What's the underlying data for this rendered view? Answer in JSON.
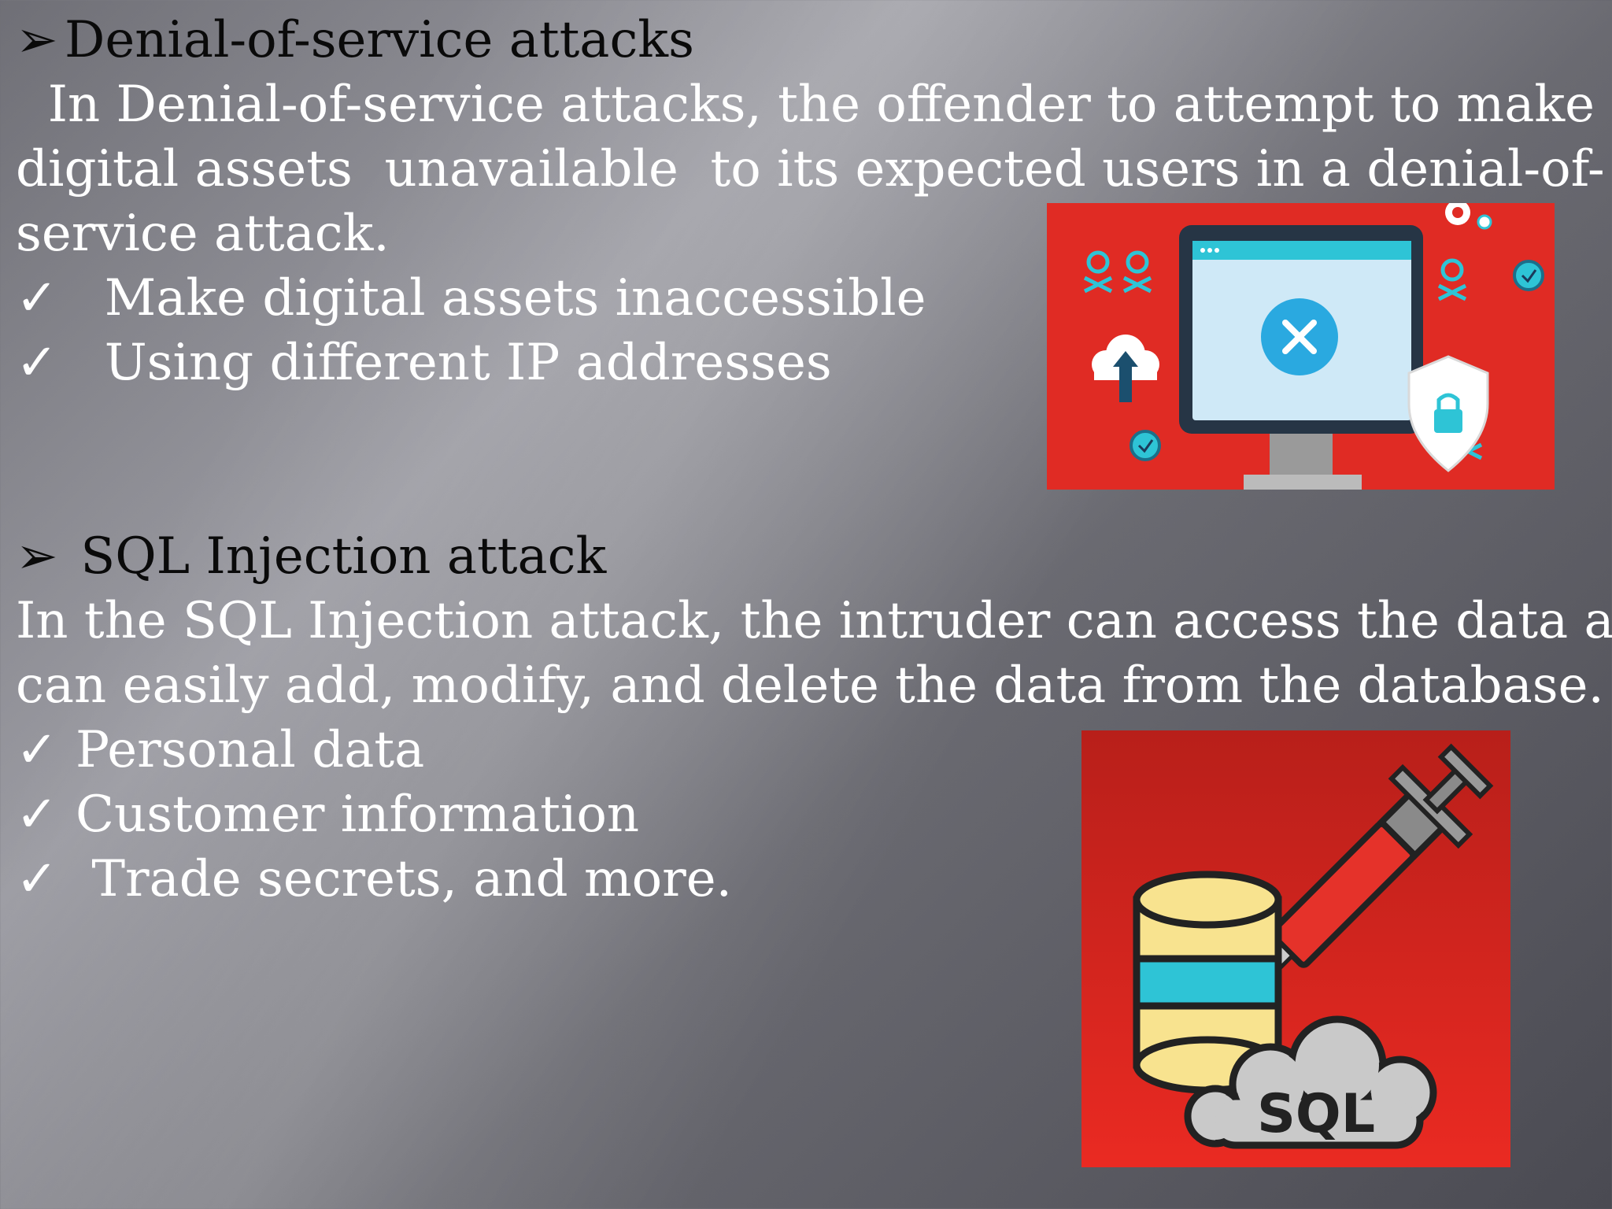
{
  "dos": {
    "heading_marker": "➢",
    "heading": "Denial-of-service attacks",
    "paragraph_lines": [
      "  In Denial-of-service attacks, the offender to attempt to make",
      "digital assets  unavailable  to its expected users in a denial-of-",
      "service attack."
    ],
    "bullets": [
      "  Make digital assets inaccessible",
      "  Using different IP addresses"
    ],
    "image_icon": "computer-error-icon"
  },
  "sql": {
    "heading_marker": "➢",
    "heading": " SQL Injection attack",
    "paragraph_lines": [
      "In the SQL Injection attack, the intruder can access the data and",
      "can easily add, modify, and delete the data from the database."
    ],
    "bullets": [
      "Personal data",
      "Customer information",
      " Trade secrets, and more."
    ],
    "image_icon": "sql-injection-icon",
    "image_cloud_text": "SQL"
  },
  "check_mark": "✓",
  "colors": {
    "image_bg": "#e02b24",
    "cyan": "#2ec4d6",
    "db_yellow": "#f8e38f",
    "outline": "#222222"
  }
}
